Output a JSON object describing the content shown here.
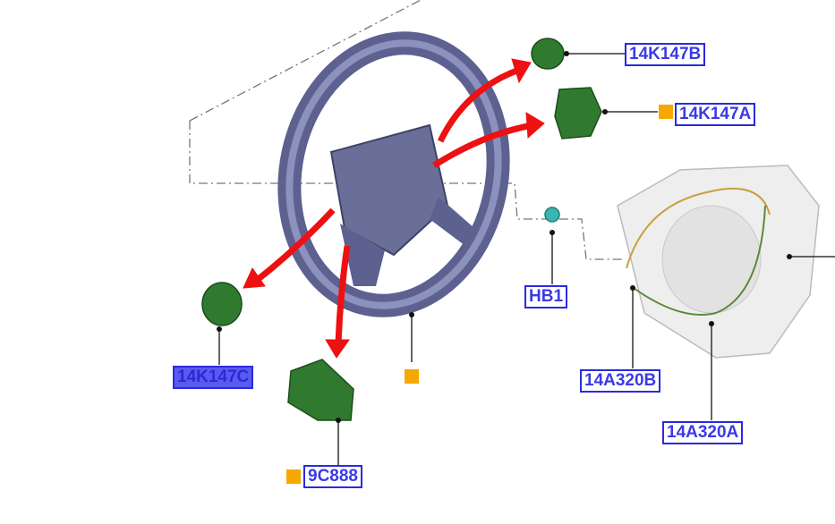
{
  "colors": {
    "label_border": "#2a2ae0",
    "label_text": "#3a3ae6",
    "selected_fill": "#5a5af0",
    "marker": "#f5a800",
    "arrow": "#ee1111",
    "part": "#2f7a2f",
    "wheel": "#6a6f98"
  },
  "labels": {
    "p14K147B": "14K147B",
    "p14K147A": "14K147A",
    "pHB1": "HB1",
    "p14K147C": "14K147C",
    "p9C888": "9C888",
    "p14A320B": "14A320B",
    "p14A320A": "14A320A"
  },
  "selected": "14K147C"
}
